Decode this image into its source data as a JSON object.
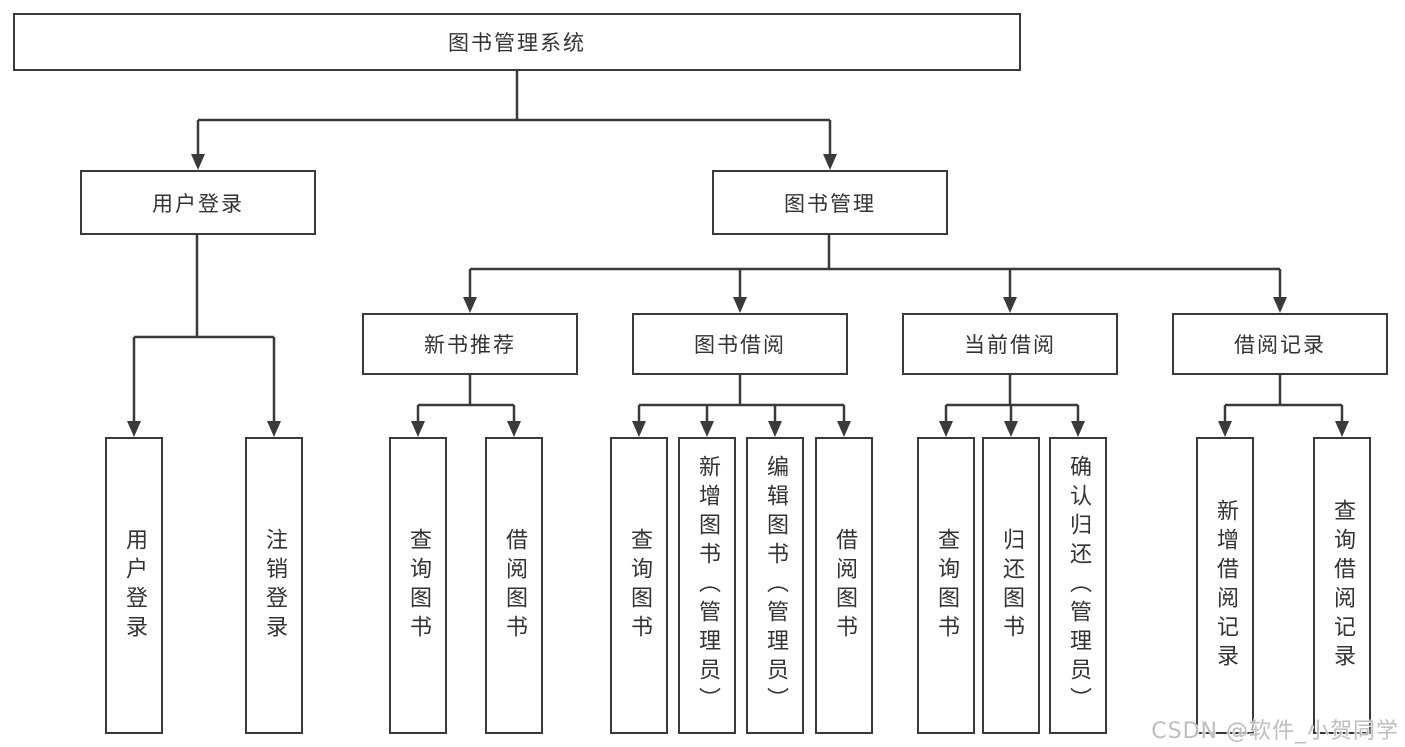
{
  "tree": {
    "root": {
      "label": "图书管理系统"
    },
    "branches": [
      {
        "label": "用户登录",
        "children": [
          "用户登录",
          "注销登录"
        ]
      },
      {
        "label": "图书管理",
        "children": [
          {
            "label": "新书推荐",
            "children": [
              "查询图书",
              "借阅图书"
            ]
          },
          {
            "label": "图书借阅",
            "children": [
              "查询图书",
              "新增图书（管理员）",
              "编辑图书（管理员）",
              "借阅图书"
            ]
          },
          {
            "label": "当前借阅",
            "children": [
              "查询图书",
              "归还图书",
              "确认归还（管理员）"
            ]
          },
          {
            "label": "借阅记录",
            "children": [
              "新增借阅记录",
              "查询借阅记录"
            ]
          }
        ]
      }
    ]
  },
  "watermark": {
    "text": "CSDN @软件_小贺同学"
  },
  "colors": {
    "line": "#3a3a3a",
    "box_border": "#3a3a3a",
    "text": "#333333",
    "background": "#ffffff",
    "watermark": "#b9b9b9"
  }
}
